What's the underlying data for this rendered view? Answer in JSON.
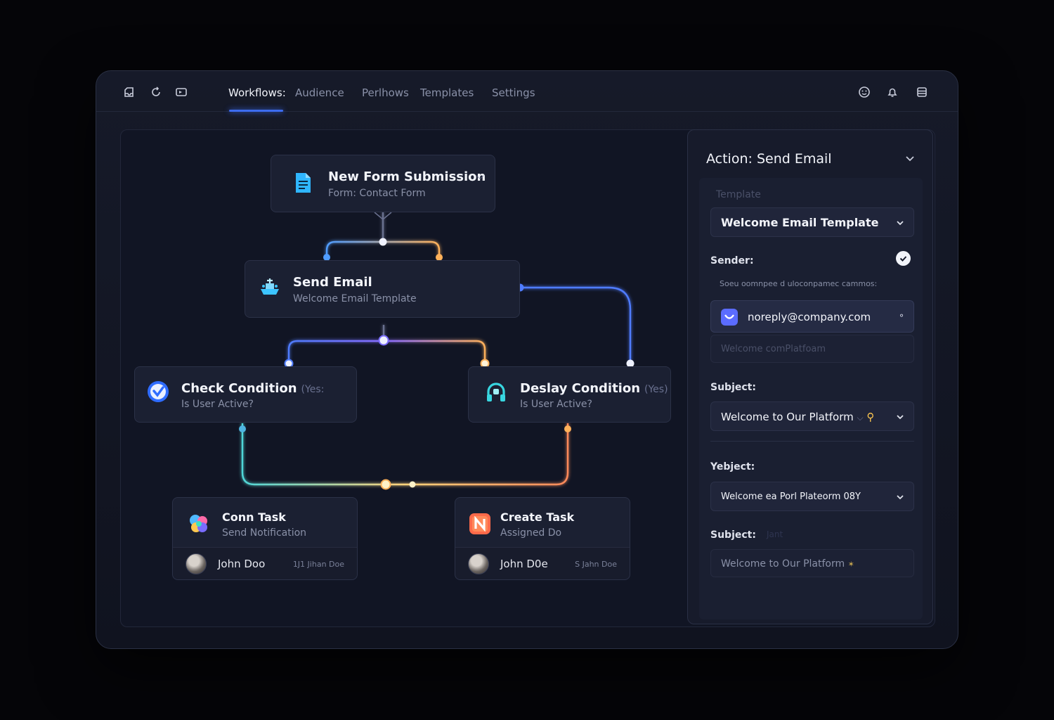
{
  "toolbar": {
    "left_icons": [
      "inbox-icon",
      "refresh-icon",
      "media-icon"
    ],
    "right_icons": [
      "smiley-icon",
      "bell-icon",
      "list-icon"
    ]
  },
  "nav": {
    "tabs": [
      {
        "label": "Workflows:",
        "active": true
      },
      {
        "label": "Audience",
        "active": false
      },
      {
        "label": "Perlhows",
        "active": false
      },
      {
        "label": "Templates",
        "active": false
      },
      {
        "label": "Settings",
        "active": false
      }
    ]
  },
  "nodes": {
    "trigger": {
      "title": "New Form Submission",
      "subtitle": "Form: Contact Form",
      "icon": "document-icon"
    },
    "send_email": {
      "title": "Send Email",
      "subtitle": "Welcome Email Template",
      "icon": "boat-icon"
    },
    "check": {
      "title": "Check Condition",
      "tag": "(Yes:",
      "subtitle": "Is User Active?",
      "icon": "check-badge-icon"
    },
    "delay": {
      "title": "Deslay Condition",
      "tag": "(Yes)",
      "subtitle": "Is User Active?",
      "icon": "headset-icon"
    },
    "conn_task": {
      "title": "Conn Task",
      "subtitle": "Send Notification",
      "assignee": "John Doo",
      "meta": "1J1 Jihan Doe",
      "icon": "colorful-blob-icon"
    },
    "create_task": {
      "title": "Create Task",
      "subtitle": "Assigned Do",
      "assignee": "John D0e",
      "meta": "S Jahn Doe",
      "icon": "n-badge-icon"
    }
  },
  "panel": {
    "title": "Action: Send Email",
    "template_label": "Template",
    "template_value": "Welcome Email Template",
    "sender_label": "Sender:",
    "sender_hint": "Soeu oomnpee d uloconpamec cammos:",
    "sender_email": "noreply@company.com",
    "sender_placeholder": "Welcome comPlatfoam",
    "subject_label": "Subject:",
    "subject_value": "Welcome to Our Platform",
    "yebject_label": "Yebject:",
    "yebject_value": "Welcome ea Porl Plateorm 08Y",
    "subject2_label": "Subject:",
    "subject2_faint": "Jant",
    "subject2_value": "Welcome to Our Platform"
  },
  "colors": {
    "accent_blue": "#3d6cf0",
    "edge_blue": "#4f7cff",
    "edge_orange": "#ffb15a",
    "edge_cyan": "#4fd6d8",
    "edge_violet": "#7a6cff"
  }
}
